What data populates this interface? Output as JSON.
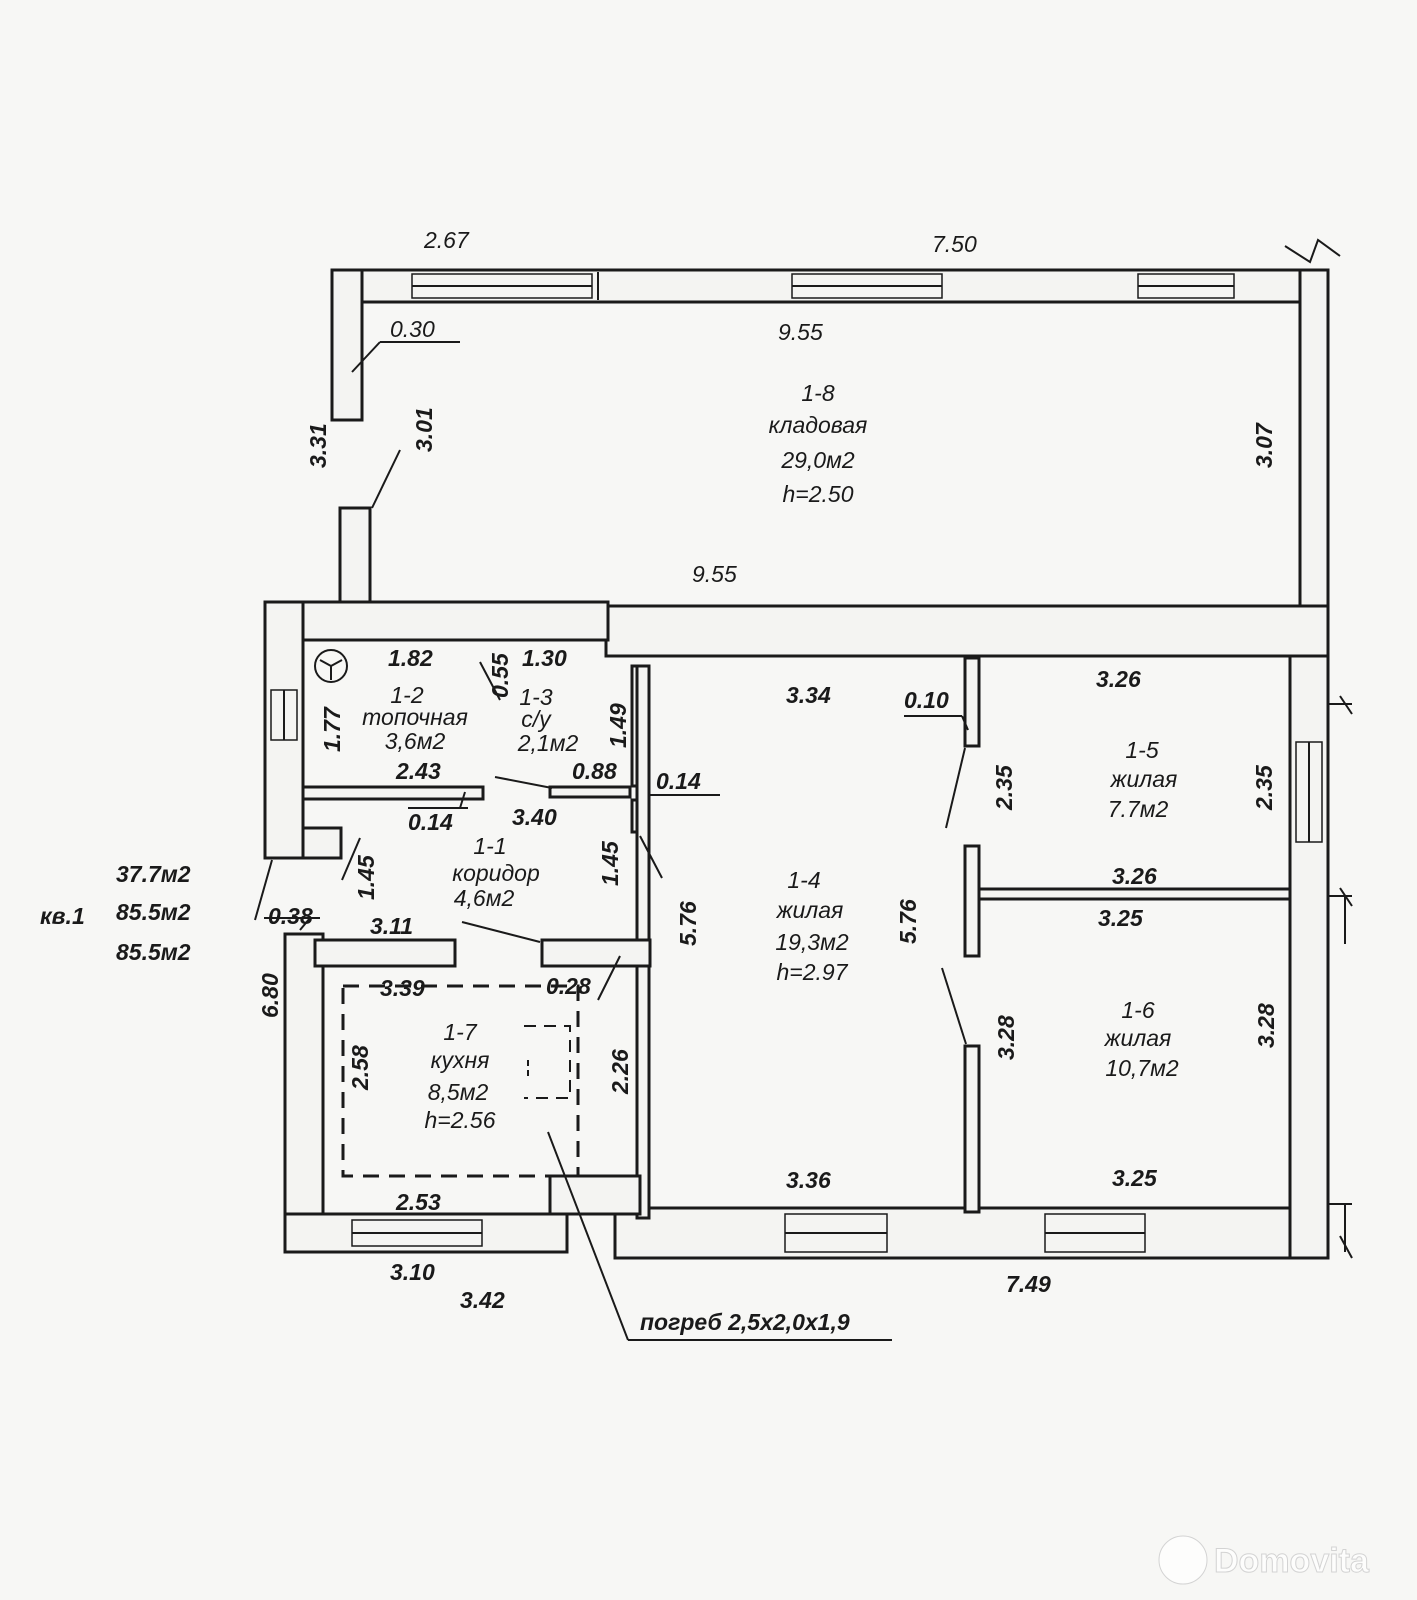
{
  "rooms": {
    "r18": {
      "id": "1-8",
      "name": "кладовая",
      "area": "29,0м2",
      "height": "h=2.50"
    },
    "r12": {
      "id": "1-2",
      "name": "топочная",
      "area": "3,6м2"
    },
    "r13": {
      "id": "1-3",
      "name": "с/у",
      "area": "2,1м2"
    },
    "r11": {
      "id": "1-1",
      "name": "коридор",
      "area": "4,6м2"
    },
    "r14": {
      "id": "1-4",
      "name": "жилая",
      "area": "19,3м2",
      "height": "h=2.97"
    },
    "r15": {
      "id": "1-5",
      "name": "жилая",
      "area": "7.7м2"
    },
    "r16": {
      "id": "1-6",
      "name": "жилая",
      "area": "10,7м2"
    },
    "r17": {
      "id": "1-7",
      "name": "кухня",
      "area": "8,5м2",
      "height": "h=2.56"
    }
  },
  "summary": {
    "label": "кв.1",
    "area1": "37.7м2",
    "area2": "85.5м2",
    "area3": "85.5м2"
  },
  "cellar": "погреб 2,5х2,0х1,9",
  "dims": {
    "d_267": "2.67",
    "d_750": "7.50",
    "d_030": "0.30",
    "d_955a": "9.55",
    "d_331": "3.31",
    "d_301": "3.01",
    "d_307": "3.07",
    "d_955b": "9.55",
    "d_182": "1.82",
    "d_055": "0.55",
    "d_130": "1.30",
    "d_177": "1.77",
    "d_149": "1.49",
    "d_243": "2.43",
    "d_088": "0.88",
    "d_014a": "0.14",
    "d_014b": "0.14",
    "d_340": "3.40",
    "d_145a": "1.45",
    "d_145b": "1.45",
    "d_334": "3.34",
    "d_010": "0.10",
    "d_326a": "3.26",
    "d_235a": "2.35",
    "d_235b": "2.35",
    "d_326b": "3.26",
    "d_325a": "3.25",
    "d_576a": "5.76",
    "d_576b": "5.76",
    "d_038": "0.38",
    "d_311": "3.11",
    "d_680": "6.80",
    "d_339": "3.39",
    "d_028": "0.28",
    "d_258": "2.58",
    "d_226": "2.26",
    "d_328a": "3.28",
    "d_328b": "3.28",
    "d_253": "2.53",
    "d_336": "3.36",
    "d_325b": "3.25",
    "d_310": "3.10",
    "d_342": "3.42",
    "d_749": "7.49"
  },
  "watermark": "Domovita",
  "colors": {
    "ink": "#1a1a1a",
    "paper": "#f7f7f5"
  }
}
